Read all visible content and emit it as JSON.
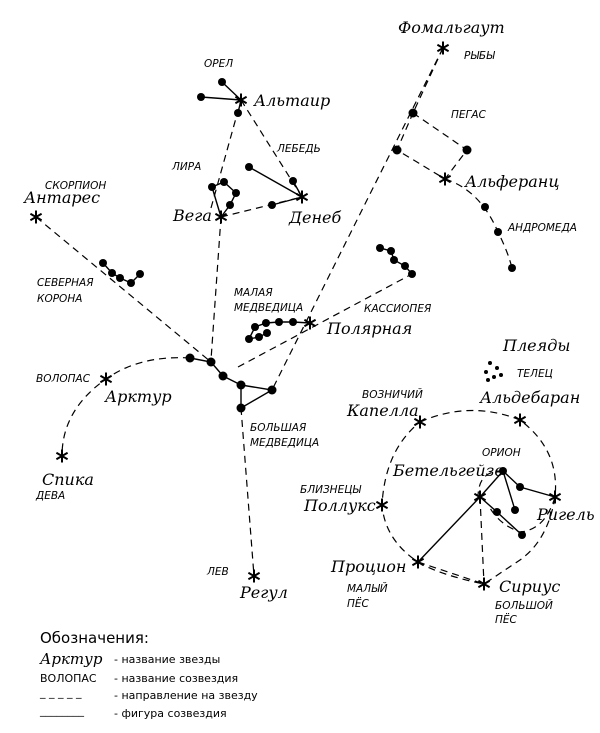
{
  "stars": {
    "fomalhaut": "Фомальгаут",
    "altair": "Альтаир",
    "alpheratz": "Альферанц",
    "antares": "Антарес",
    "vega": "Вега",
    "deneb": "Денеб",
    "polaris": "Полярная",
    "arcturus": "Арктур",
    "spica": "Спика",
    "pleiades": "Плеяды",
    "capella": "Капелла",
    "aldebaran": "Альдебаран",
    "betelgeuse": "Бетельгейзе",
    "pollux": "Поллукс",
    "rigel": "Ригель",
    "procyon": "Процион",
    "sirius": "Сириус",
    "regulus": "Регул"
  },
  "constellations": {
    "pisces": "РЫБЫ",
    "aquila": "ОРЕЛ",
    "pegasus": "ПЕГАС",
    "cygnus": "ЛЕБЕДЬ",
    "lyra": "ЛИРА",
    "scorpius": "СКОРПИОН",
    "andromeda": "АНДРОМЕДА",
    "corona_line1": "СЕВЕРНАЯ",
    "corona_line2": "КОРОНА",
    "ursa_minor_line1": "МАЛАЯ",
    "ursa_minor_line2": "МЕДВЕДИЦА",
    "cassiopeia": "КАССИОПЕЯ",
    "bootes": "ВОЛОПАС",
    "taurus": "ТЕЛЕЦ",
    "auriga": "ВОЗНИЧИЙ",
    "ursa_major_line1": "БОЛЬШАЯ",
    "ursa_major_line2": "МЕДВЕДИЦА",
    "orion": "ОРИОН",
    "gemini": "БЛИЗНЕЦЫ",
    "virgo": "ДЕВА",
    "canis_minor_line1": "МАЛЫЙ",
    "canis_minor_line2": "ПЁС",
    "canis_major_line1": "БОЛЬШОЙ",
    "canis_major_line2": "ПЁС",
    "leo": "ЛЕВ"
  },
  "legend": {
    "title": "Обозначения:",
    "star_example": "Арктур",
    "star_desc": "- название звезды",
    "const_example": "ВОЛОПАС",
    "const_desc": "- название созвездия",
    "dashed_sample": "_ _ _ _ _",
    "dashed_desc": "- направление на звезду",
    "solid_sample": "________",
    "solid_desc": "- фигура созвездия"
  }
}
